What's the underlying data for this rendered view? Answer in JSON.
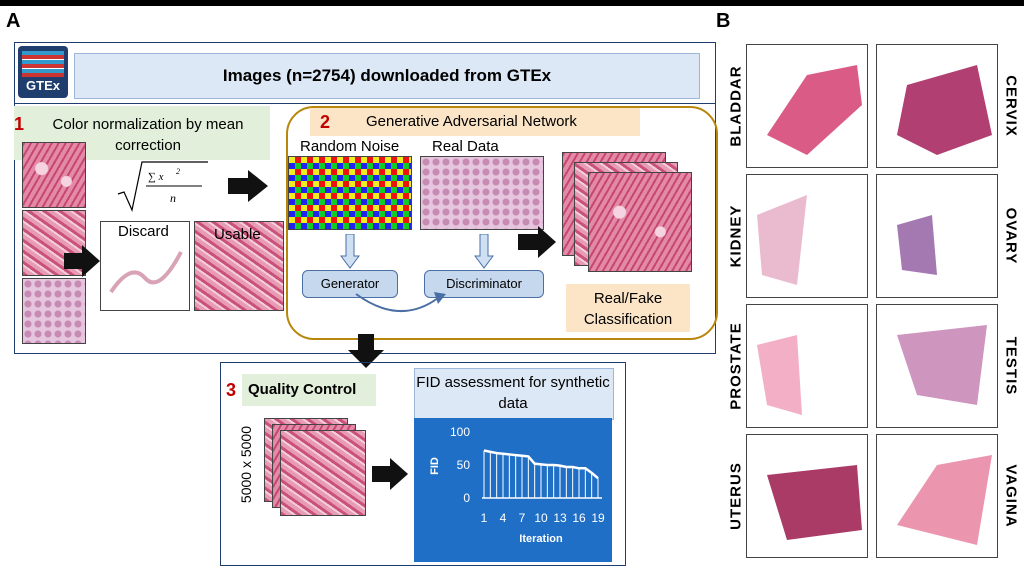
{
  "panel_a_label": "A",
  "panel_b_label": "B",
  "header": {
    "logo_text": "GTEx",
    "title": "Images (n=2754) downloaded from GTEx"
  },
  "step1": {
    "num": "1",
    "title": "Color normalization by mean correction",
    "discard": "Discard",
    "usable": "Usable"
  },
  "step2": {
    "num": "2",
    "title": "Generative Adversarial Network",
    "random_noise": "Random Noise",
    "real_data": "Real Data",
    "generator": "Generator",
    "discriminator": "Discriminator",
    "classification": "Real/Fake Classification"
  },
  "step3": {
    "num": "3",
    "title": "Quality Control",
    "size": "5000 x 5000",
    "fid_title": "FID assessment for synthetic data"
  },
  "chart_data": {
    "type": "line",
    "ylabel": "FID",
    "xlabel": "Iteration",
    "yticks": [
      0,
      50,
      100
    ],
    "xticks": [
      "1",
      "4",
      "7",
      "10",
      "13",
      "16",
      "19"
    ],
    "ylim": [
      0,
      100
    ],
    "x": [
      1,
      2,
      3,
      4,
      5,
      6,
      7,
      8,
      9,
      10,
      11,
      12,
      13,
      14,
      15,
      16,
      17,
      18,
      19
    ],
    "values": [
      72,
      70,
      68,
      67,
      66,
      65,
      64,
      63,
      52,
      51,
      50,
      50,
      49,
      47,
      47,
      45,
      45,
      38,
      30
    ]
  },
  "organs": [
    "BLADDAR",
    "CERVIX",
    "KIDNEY",
    "OVARY",
    "PROSTATE",
    "TESTIS",
    "UTERUS",
    "VAGINA"
  ],
  "colors": {
    "frame": "#1f3e6e",
    "header_bg": "#dce8f5",
    "gan_border": "#b8860b",
    "chart_bg": "#1f6fc7"
  }
}
